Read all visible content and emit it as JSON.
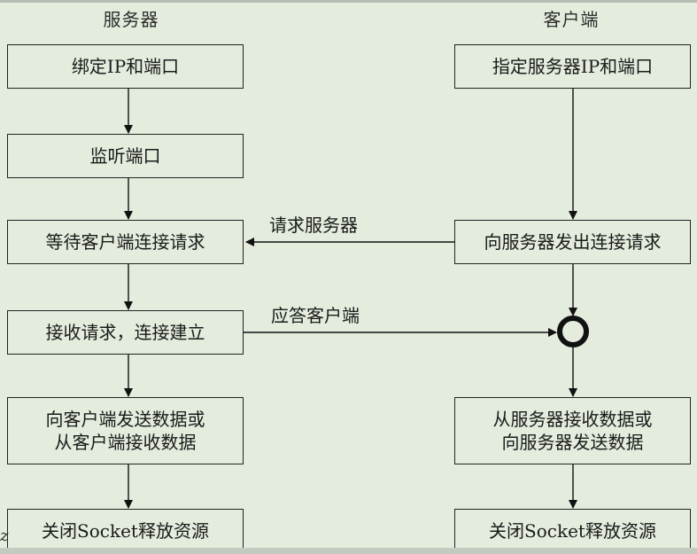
{
  "columns": {
    "server": "服务器",
    "client": "客户端"
  },
  "server_steps": [
    "绑定IP和端口",
    "监听端口",
    "等待客户端连接请求",
    "接收请求，连接建立",
    "向客户端发送数据或\n从客户端接收数据",
    "关闭Socket释放资源"
  ],
  "client_steps": [
    "指定服务器IP和端口",
    "向服务器发出连接请求",
    "从服务器接收数据或\n向服务器发送数据",
    "关闭Socket释放资源"
  ],
  "arrow_labels": {
    "request": "请求服务器",
    "response": "应答客户端"
  },
  "edge_fragment": "z"
}
